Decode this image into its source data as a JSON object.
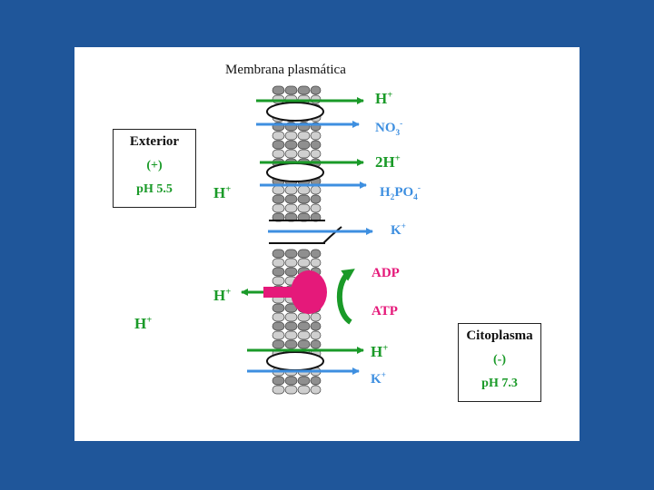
{
  "title": "Membrana plasmática",
  "exterior": {
    "label": "Exterior",
    "charge": "(+)",
    "ph": "pH 5.5"
  },
  "cytoplasm": {
    "label": "Citoplasma",
    "charge": "(-)",
    "ph": "pH 7.3"
  },
  "ions": {
    "h1": {
      "base": "H",
      "sup": "+"
    },
    "no3": {
      "base": "NO",
      "sub": "3",
      "sup": "-"
    },
    "h2": {
      "base": "2H",
      "sup": "+"
    },
    "h2po4": {
      "pre": "H",
      "sub1": "2",
      "mid": "PO",
      "sub2": "4",
      "sup": "-"
    },
    "k1": {
      "base": "K",
      "sup": "+"
    },
    "h_left": {
      "base": "H",
      "sup": "+"
    },
    "h_pump": {
      "base": "H",
      "sup": "+"
    },
    "h_far": {
      "base": "H",
      "sup": "+"
    },
    "h3": {
      "base": "H",
      "sup": "+"
    },
    "k2": {
      "base": "K",
      "sup": "+"
    }
  },
  "energy": {
    "adp": "ADP",
    "atp": "ATP"
  },
  "colors": {
    "background": "#1f569a",
    "proton": "#1a9a28",
    "anion": "#3e8fe0",
    "atp": "#e5197a",
    "membrane": "#9a9a9a"
  }
}
